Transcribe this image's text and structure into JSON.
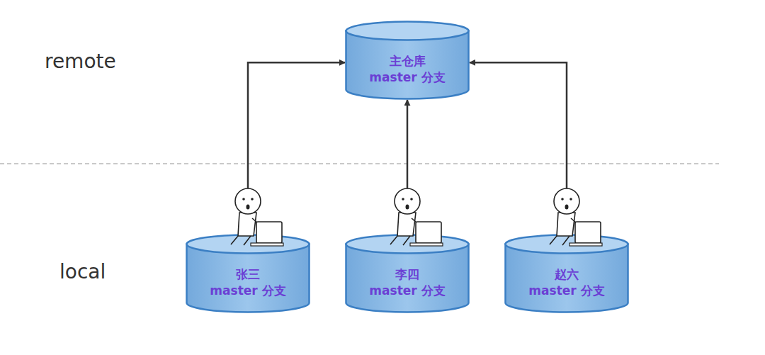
{
  "diagram": {
    "nodes": [
      {
        "text": [
          "主仓库",
          "master 分支"
        ]
      },
      {
        "text": [
          "张三",
          "master 分支"
        ]
      },
      {
        "text": [
          "李四",
          "master 分支"
        ]
      },
      {
        "text": [
          "赵六",
          "master 分支"
        ]
      }
    ],
    "edges": [
      {
        "from": 1,
        "to": 0,
        "arrow": "to"
      },
      {
        "from": 2,
        "to": 0,
        "arrow": "to"
      },
      {
        "from": 3,
        "to": 0,
        "arrow": "to"
      }
    ],
    "labels": [
      "remote",
      "local"
    ]
  }
}
